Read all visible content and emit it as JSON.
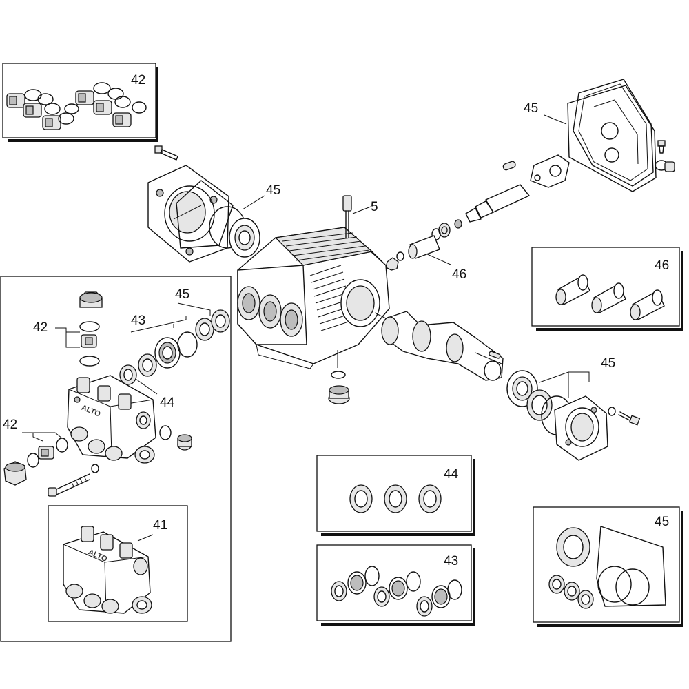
{
  "callouts": {
    "kit_42_box": "42",
    "part_45_top_right": "45",
    "part_45_top_left": "45",
    "part_5": "5",
    "part_46": "46",
    "kit_46_box": "46",
    "part_45_head": "45",
    "part_43": "43",
    "part_42_head": "42",
    "part_44": "44",
    "part_42_lower": "42",
    "part_45_right": "45",
    "kit_41_box": "41",
    "kit_44_box": "44",
    "kit_43_box": "43",
    "kit_45_box": "45"
  },
  "logo_text": "ALTO"
}
